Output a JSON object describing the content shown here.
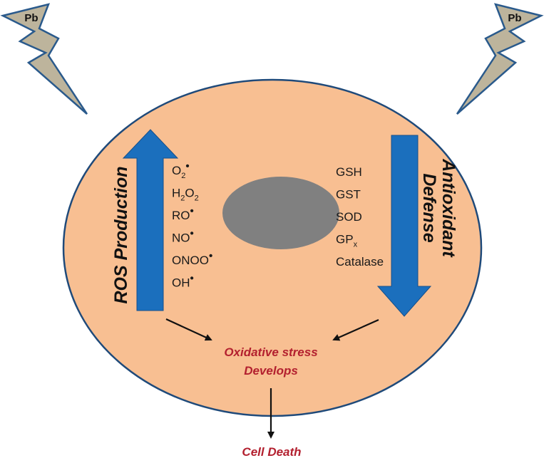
{
  "colors": {
    "cell_fill": "#f8bf92",
    "cell_stroke": "#1f4a7a",
    "nucleus": "#808080",
    "arrow_blue": "#1b6fbd",
    "bolt_fill": "#bdb49c",
    "bolt_stroke": "#2a5a8c",
    "red_text": "#b3202f"
  },
  "bolts": {
    "left_label": "Pb",
    "right_label": "Pb"
  },
  "ros": {
    "title": "ROS Production",
    "species": [
      {
        "base": "O",
        "sub": "2",
        "sup": "•"
      },
      {
        "base": "H",
        "sub": "2",
        "base2": "O",
        "sub2": "2"
      },
      {
        "base": "RO",
        "sup": "•"
      },
      {
        "base": "NO",
        "sup": "•"
      },
      {
        "base": "ONOO",
        "sup": "•"
      },
      {
        "base": "OH",
        "sup": "•"
      }
    ]
  },
  "antioxidant": {
    "title_line1": "Antioxidant",
    "title_line2": "Defense",
    "items": [
      {
        "base": "GSH"
      },
      {
        "base": "GST"
      },
      {
        "base": "SOD"
      },
      {
        "base": "GP",
        "sub": "x"
      },
      {
        "base": "Catalase"
      }
    ]
  },
  "outcome": {
    "line1": "Oxidative stress",
    "line2": "Develops",
    "final": "Cell Death"
  }
}
